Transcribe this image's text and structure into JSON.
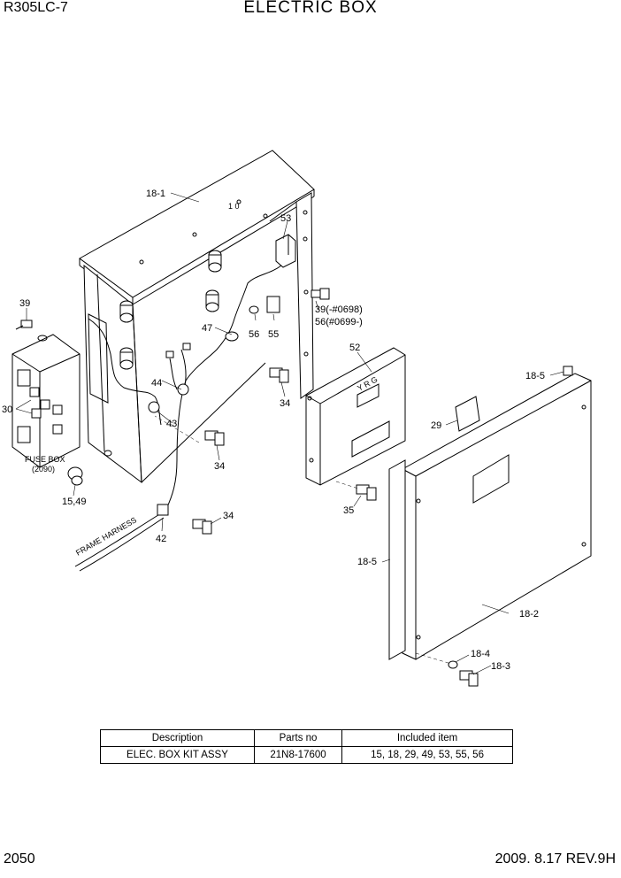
{
  "header": {
    "model": "R305LC-7",
    "title": "ELECTRIC BOX"
  },
  "footer": {
    "page": "2050",
    "revision": "2009. 8.17  REV.9H"
  },
  "callouts": {
    "c18_1": "18-1",
    "c53": "53",
    "c39_a": "39",
    "c39_note1": "39(-#0698)",
    "c39_note2": "56(#0699-)",
    "c47": "47",
    "c56": "56",
    "c55": "55",
    "c52": "52",
    "c18_5a": "18-5",
    "c29": "29",
    "c44": "44",
    "c34a": "34",
    "c43": "43",
    "c34b": "34",
    "c30": "30",
    "c35": "35",
    "c34c": "34",
    "c42": "42",
    "c15_49": "15,49",
    "c18_5b": "18-5",
    "c18_2": "18-2",
    "c18_4": "18-4",
    "c18_3": "18-3"
  },
  "component_labels": {
    "fuse_box": "FUSE BOX",
    "fuse_box_ref": "(2090)",
    "frame_harness": "FRAME HARNESS",
    "panel_number": "1 0",
    "controller_yrg": "Y R G"
  },
  "parts_table": {
    "headers": [
      "Description",
      "Parts no",
      "Included item"
    ],
    "rows": [
      [
        "ELEC. BOX KIT ASSY",
        "21N8-17600",
        "15, 18, 29, 49, 53, 55, 56"
      ]
    ]
  }
}
